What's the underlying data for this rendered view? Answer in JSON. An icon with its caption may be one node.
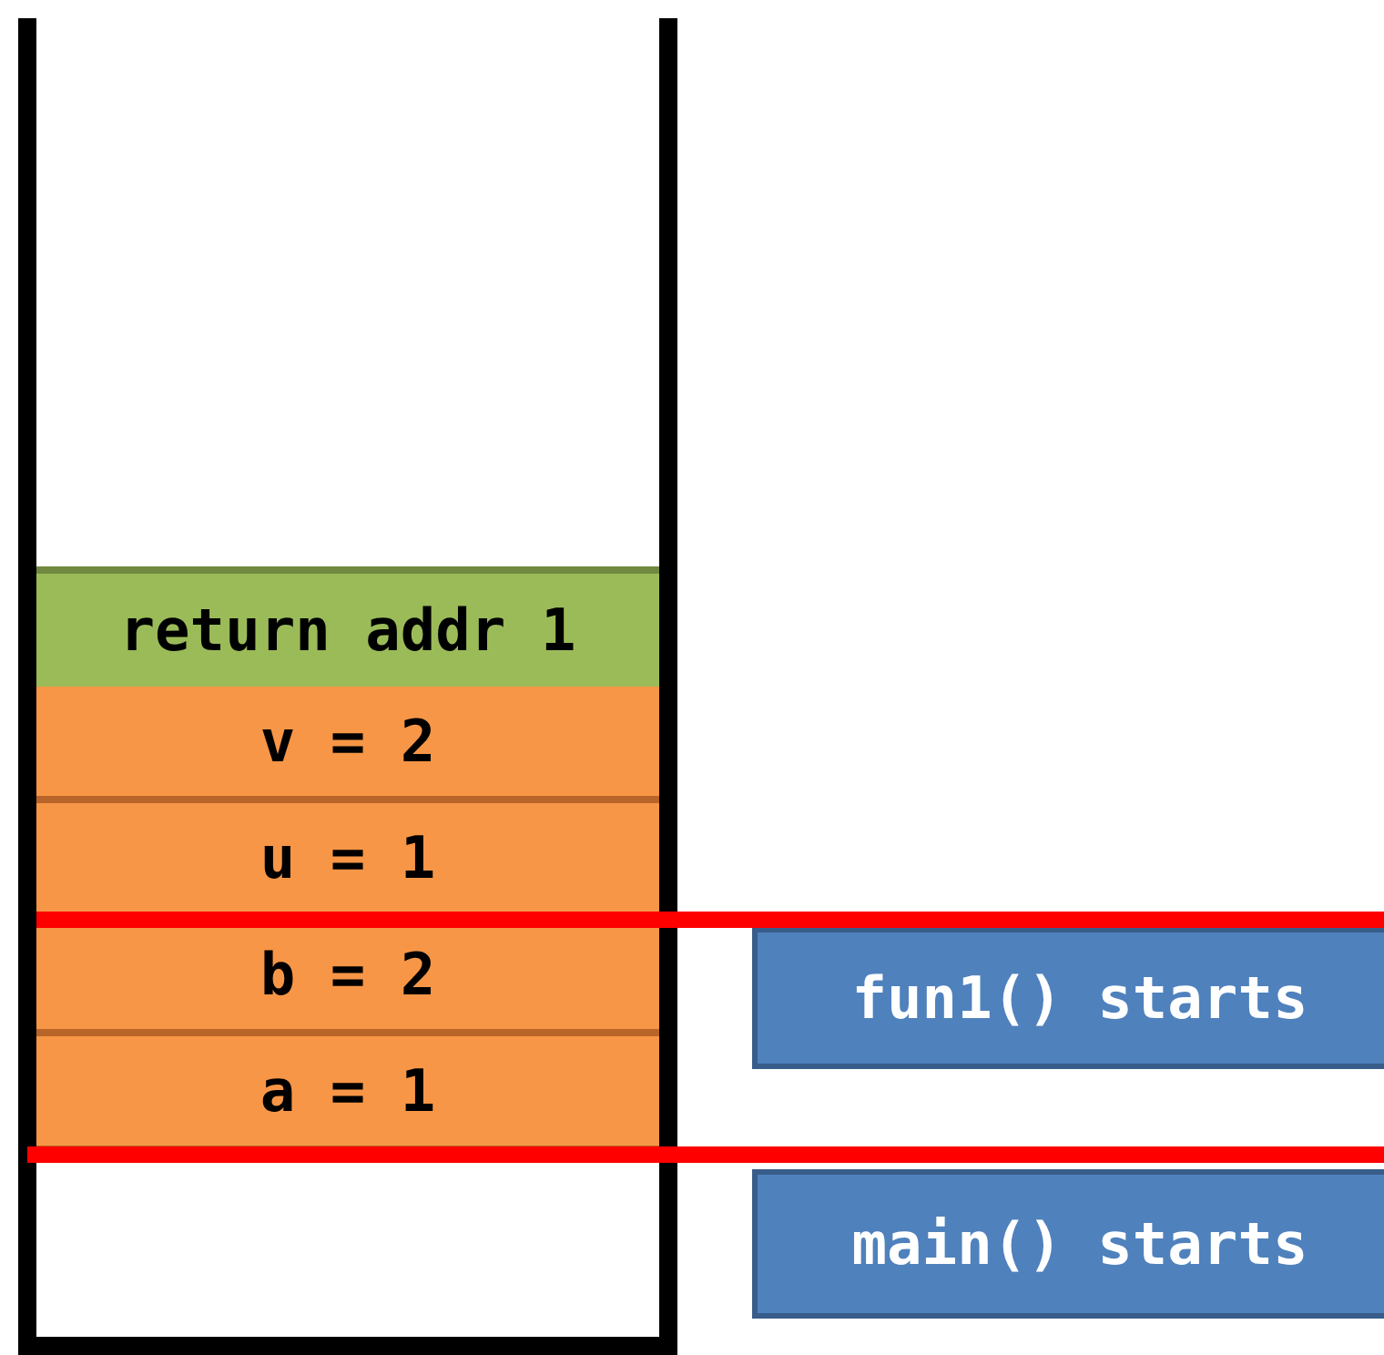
{
  "diagram": {
    "nodes": [
      {
        "text": [
          "return addr 1"
        ]
      },
      {
        "text": [
          "v = 2"
        ]
      },
      {
        "text": [
          "u = 1"
        ]
      },
      {
        "text": [
          "b = 2"
        ]
      },
      {
        "text": [
          "a = 1"
        ]
      },
      {
        "text": [
          "fun1() starts"
        ]
      },
      {
        "text": [
          "main() starts"
        ]
      }
    ]
  }
}
